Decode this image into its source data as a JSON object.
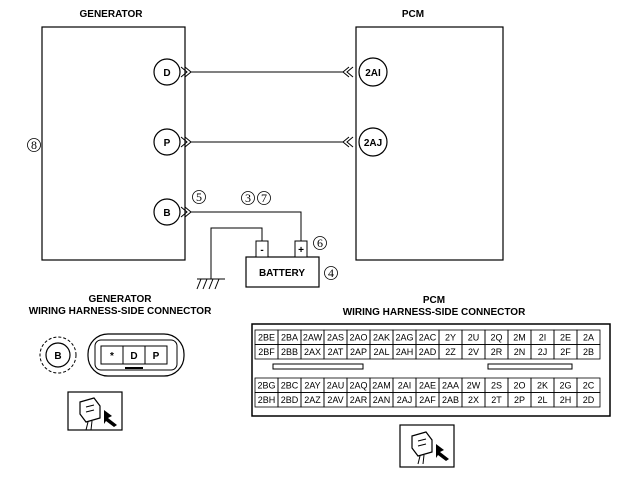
{
  "generator": {
    "title": "GENERATOR",
    "pins": [
      "D",
      "P",
      "B"
    ],
    "callout": "8"
  },
  "pcm": {
    "title": "PCM",
    "pins": [
      "2AI",
      "2AJ"
    ]
  },
  "battery": {
    "label": "BATTERY",
    "neg": "-",
    "pos": "+",
    "callout": "4",
    "pos_callout": "6"
  },
  "wire_callouts": {
    "b_terminal": "5",
    "wire_a": "3",
    "wire_b": "7"
  },
  "gen_connector": {
    "title_line1": "GENERATOR",
    "title_line2": "WIRING HARNESS-SIDE CONNECTOR",
    "single_pin": "B",
    "multi_pins": [
      "*",
      "D",
      "P"
    ]
  },
  "pcm_connector": {
    "title_line1": "PCM",
    "title_line2": "WIRING HARNESS-SIDE CONNECTOR",
    "upper_rows": [
      [
        "2BE",
        "2BA",
        "2AW",
        "2AS",
        "2AO",
        "2AK",
        "2AG",
        "2AC",
        "2Y",
        "2U",
        "2Q",
        "2M",
        "2I",
        "2E",
        "2A"
      ],
      [
        "2BF",
        "2BB",
        "2AX",
        "2AT",
        "2AP",
        "2AL",
        "2AH",
        "2AD",
        "2Z",
        "2V",
        "2R",
        "2N",
        "2J",
        "2F",
        "2B"
      ]
    ],
    "lower_rows": [
      [
        "2BG",
        "2BC",
        "2AY",
        "2AU",
        "2AQ",
        "2AM",
        "2AI",
        "2AE",
        "2AA",
        "2W",
        "2S",
        "2O",
        "2K",
        "2G",
        "2C"
      ],
      [
        "2BH",
        "2BD",
        "2AZ",
        "2AV",
        "2AR",
        "2AN",
        "2AJ",
        "2AF",
        "2AB",
        "2X",
        "2T",
        "2P",
        "2L",
        "2H",
        "2D"
      ]
    ]
  }
}
